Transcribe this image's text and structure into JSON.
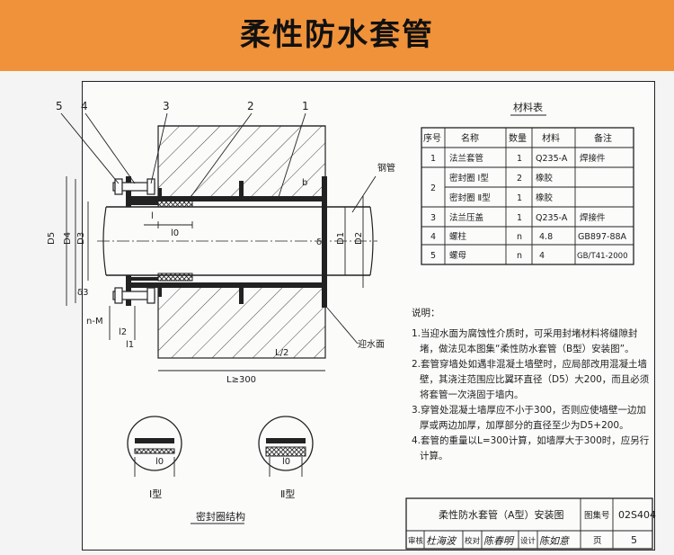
{
  "header": {
    "title": "柔性防水套管"
  },
  "material_table": {
    "title": "材料表",
    "headers": [
      "序号",
      "名称",
      "数量",
      "材料",
      "备注"
    ],
    "rows": [
      [
        "1",
        "法兰套管",
        "1",
        "Q235-A",
        "焊接件"
      ],
      [
        "2",
        "密封圈 Ⅰ型",
        "2",
        "橡胶",
        ""
      ],
      [
        "",
        "密封圈 Ⅱ型",
        "1",
        "橡胶",
        ""
      ],
      [
        "3",
        "法兰压盖",
        "1",
        "Q235-A",
        "焊接件"
      ],
      [
        "4",
        "螺柱",
        "n",
        "4.8",
        "GB897-88A"
      ],
      [
        "5",
        "螺母",
        "n",
        "4",
        "GB/T41-2000"
      ]
    ]
  },
  "drawing": {
    "callouts": [
      "5",
      "4",
      "3",
      "2",
      "1"
    ],
    "dimensions": {
      "d5": "D5",
      "d4": "D4",
      "d3": "D3",
      "d1": "D1",
      "d2": "D2",
      "l": "l",
      "l0": "l0",
      "l1": "l1",
      "l2": "l2",
      "delta": "δ",
      "delta3": "δ3",
      "nm": "n-M",
      "half": "L/2",
      "length": "L≥300",
      "b": "b",
      "gang": "钢管",
      "ying": "迎水面"
    },
    "detail_labels": [
      "Ⅰ型",
      "Ⅱ型"
    ],
    "detail_dim": "l0",
    "seal_caption": "密封圈结构"
  },
  "notes": {
    "heading": "说明：",
    "items": [
      "1.当迎水面为腐蚀性介质时，可采用封堵材料将缝隙封堵，做法见本图集“柔性防水套管（B型）安装图”。",
      "2.套管穿墙处如遇非混凝土墙壁时，应局部改用混凝土墙壁，其浇注范围应比翼环直径（D5）大200，而且必须将套管一次浇固于墙内。",
      "3.穿管处混凝土墙厚应不小于300，否则应使墙壁一边加厚或两边加厚，加厚部分的直径至少为D5+200。",
      "4.套管的重量以L=300计算，如墙厚大于300时，应另行计算。"
    ]
  },
  "title_block": {
    "drawing_title": "柔性防水套管（A型）安装图",
    "atlas_label": "图集号",
    "atlas_no": "02S404",
    "review_label": "审核",
    "reviewer": "杜海波",
    "check_label": "校对",
    "checker": "陈春明",
    "design_label": "设计",
    "designer": "陈如意",
    "page_label": "页",
    "page_no": "5"
  }
}
